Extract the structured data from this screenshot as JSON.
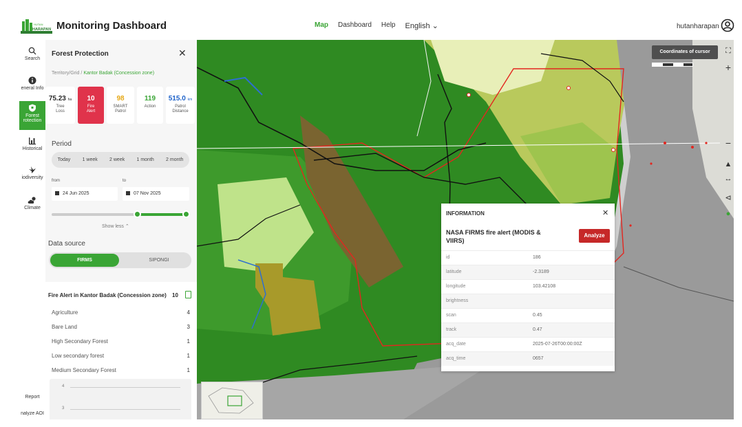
{
  "header": {
    "logo_text": "HARAPAN",
    "title": "Monitoring Dashboard",
    "nav": [
      "Map",
      "Dashboard",
      "Help"
    ],
    "language": "English",
    "username": "hutanharapan"
  },
  "rail": {
    "search": "Search",
    "general_info": "eneral Info",
    "forest_protection_1": "Forest",
    "forest_protection_2": "rotection",
    "historical": "Historical",
    "biodiversity": "iodiversity",
    "climate": "Climate",
    "report": "Report",
    "analyze_aoi": "nalyze AOI"
  },
  "panel": {
    "title": "Forest Protection",
    "breadcrumb_root": "Territory/Grid",
    "breadcrumb_sep": "/",
    "breadcrumb_current": "Kantor Badak (Concession zone)",
    "stats": [
      {
        "value": "75.23",
        "unit": "ha",
        "label": "Tree Loss"
      },
      {
        "value": "10",
        "label": "Fire Alert"
      },
      {
        "value": "98",
        "label": "SMART Patrol"
      },
      {
        "value": "119",
        "label": "Action"
      },
      {
        "value": "515.0",
        "unit": "km",
        "label": "Patrol Distance"
      }
    ],
    "period_label": "Period",
    "periods": [
      "Today",
      "1 week",
      "2 week",
      "1 month",
      "2 month"
    ],
    "from_label": "from",
    "to_label": "to",
    "from_date": "24 Jun 2025",
    "to_date": "07 Nov 2025",
    "show_less": "Show less",
    "data_source_label": "Data source",
    "sources": [
      "FIRMS",
      "SIPONGI"
    ],
    "alert_title": "Fire Alert in Kantor Badak (Concession zone)",
    "alert_total": "10",
    "alert_rows": [
      {
        "name": "Agriculture",
        "count": "4"
      },
      {
        "name": "Bare Land",
        "count": "3"
      },
      {
        "name": "High Secondary Forest",
        "count": "1"
      },
      {
        "name": "Low secondary forest",
        "count": "1"
      },
      {
        "name": "Medium Secondary Forest",
        "count": "1"
      }
    ],
    "chart_ticks": [
      "4",
      "3"
    ]
  },
  "map": {
    "cursor_button": "Coordinates of cursor"
  },
  "info": {
    "header": "INFORMATION",
    "title": "NASA FIRMS fire alert (MODIS & VIIRS)",
    "analyze": "Analyze",
    "rows": [
      {
        "key": "id",
        "value": "186"
      },
      {
        "key": "latitude",
        "value": "-2.3189"
      },
      {
        "key": "longitude",
        "value": "103.42108"
      },
      {
        "key": "brightness",
        "value": ""
      },
      {
        "key": "scan",
        "value": "0.45"
      },
      {
        "key": "track",
        "value": "0.47"
      },
      {
        "key": "acq_date",
        "value": "2025-07-26T00:00:00Z"
      },
      {
        "key": "acq_time",
        "value": "0657"
      }
    ]
  },
  "colors": {
    "accent": "#3aa535",
    "alert": "#e0334b",
    "analyze": "#c62828"
  }
}
